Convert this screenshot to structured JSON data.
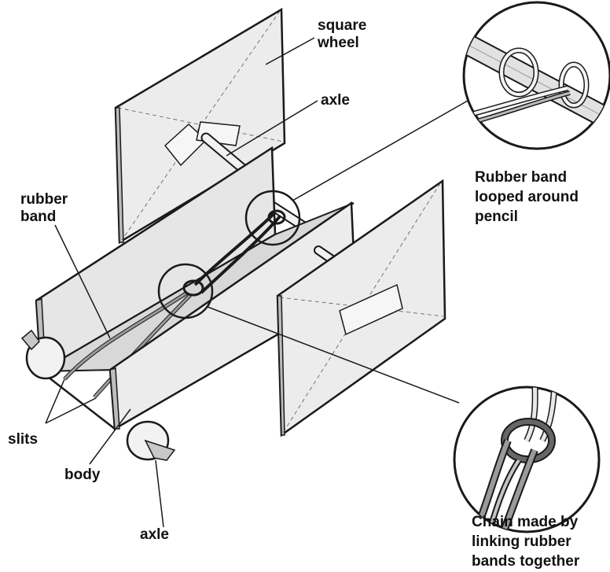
{
  "labels": {
    "square_wheel": [
      "square",
      "wheel"
    ],
    "axle_top": "axle",
    "rubber_band": [
      "rubber",
      "band"
    ],
    "slits": "slits",
    "body": "body",
    "axle_bottom": "axle"
  },
  "captions": {
    "pencil_loop": [
      "Rubber band",
      "looped around",
      "pencil"
    ],
    "chain": [
      "Chain made by",
      "linking rubber",
      "bands together"
    ]
  },
  "colors": {
    "ink": "#1a1a1a",
    "panel": "#ececec",
    "panel_shade": "#d4d4d4",
    "band": "#9a9a9a",
    "band_dark": "#666666"
  }
}
